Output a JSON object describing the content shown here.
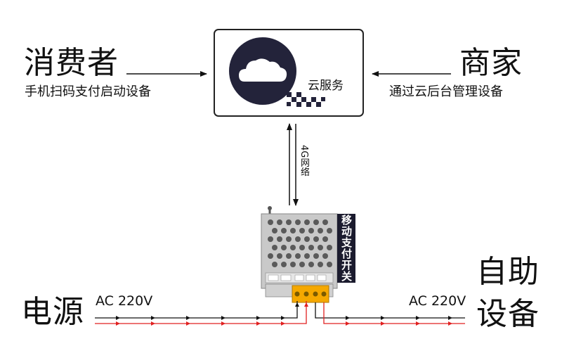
{
  "consumer": {
    "title": "消费者",
    "desc": "手机扫码支付启动设备"
  },
  "merchant": {
    "title": "商家",
    "desc": "通过云后台管理设备"
  },
  "cloud": {
    "label": "云服务",
    "icon": "cloud-icon"
  },
  "link": {
    "label": "4G网络"
  },
  "device": {
    "label": "移动支付开关"
  },
  "power": {
    "title": "电源",
    "voltage": "AC 220V"
  },
  "equipment": {
    "title_line1": "自助",
    "title_line2": "设备",
    "voltage": "AC 220V"
  },
  "colors": {
    "live_wire": "#e02020",
    "neutral_wire": "#111111",
    "terminal": "#f5a800"
  }
}
